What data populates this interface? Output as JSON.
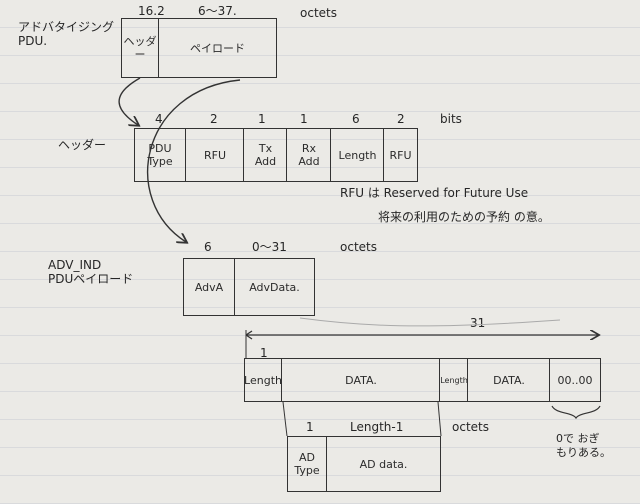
{
  "pdu": {
    "label": "アドバタイジング\nPDU.",
    "size_a": "16.2",
    "size_b": "6～37.",
    "unit": "octets",
    "header": "ヘッダー",
    "payload": "ペイロード"
  },
  "header_fields": {
    "label": "ヘッダー",
    "unit": "bits",
    "sizes": [
      "4",
      "2",
      "1",
      "1",
      "6",
      "2"
    ],
    "fields": [
      "PDU\nType",
      "RFU",
      "Tx\nAdd",
      "Rx\nAdd",
      "Length",
      "RFU"
    ]
  },
  "rfu_note": {
    "line1": "RFU は Reserved for Future Use",
    "line2": "将来の利用のための予約 の意。"
  },
  "adv_ind": {
    "label": "ADV_IND\nPDUペイロード",
    "size_a": "6",
    "size_b": "0～31",
    "unit": "octets",
    "fields": [
      "AdvA",
      "AdvData."
    ]
  },
  "adv_data": {
    "total": "31",
    "length_size": "1",
    "fields": [
      "Length",
      "DATA.",
      "Length",
      "DATA.",
      "00..00"
    ],
    "note": "0で おぎ\nもりある。"
  },
  "ad_structure": {
    "size_a": "1",
    "size_b": "Length-1",
    "unit": "octets",
    "fields": [
      "AD\nType",
      "AD data."
    ]
  }
}
